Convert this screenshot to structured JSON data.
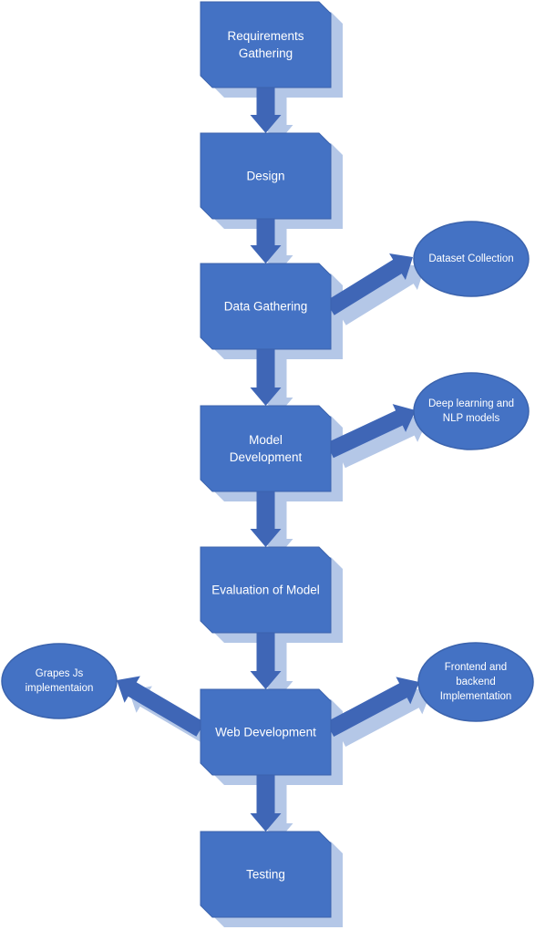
{
  "colors": {
    "box_fill": "#4472C4",
    "box_stroke": "#3B63AD",
    "shadow": "#B4C7E7",
    "arrow_fill": "#3F66B6",
    "text": "#FFFFFF"
  },
  "steps": [
    {
      "id": "requirements",
      "lines": [
        "Requirements",
        "Gathering"
      ]
    },
    {
      "id": "design",
      "lines": [
        "Design"
      ]
    },
    {
      "id": "data-gathering",
      "lines": [
        "Data Gathering"
      ]
    },
    {
      "id": "model-development",
      "lines": [
        "Model",
        "Development"
      ]
    },
    {
      "id": "evaluation",
      "lines": [
        "Evaluation of Model"
      ]
    },
    {
      "id": "web-development",
      "lines": [
        "Web Development"
      ]
    },
    {
      "id": "testing",
      "lines": [
        "Testing"
      ]
    }
  ],
  "side_nodes": [
    {
      "id": "dataset-collection",
      "lines": [
        "Dataset Collection"
      ]
    },
    {
      "id": "deep-learning",
      "lines": [
        "Deep learning and",
        "NLP models"
      ]
    },
    {
      "id": "grapes-js",
      "lines": [
        "Grapes Js",
        "implementaion"
      ]
    },
    {
      "id": "frontend-backend",
      "lines": [
        "Frontend and",
        "backend",
        "Implementation"
      ]
    }
  ],
  "edges": [
    {
      "from": "requirements",
      "to": "design"
    },
    {
      "from": "design",
      "to": "data-gathering"
    },
    {
      "from": "data-gathering",
      "to": "model-development"
    },
    {
      "from": "model-development",
      "to": "evaluation"
    },
    {
      "from": "evaluation",
      "to": "web-development"
    },
    {
      "from": "web-development",
      "to": "testing"
    },
    {
      "from": "data-gathering",
      "to": "dataset-collection"
    },
    {
      "from": "model-development",
      "to": "deep-learning"
    },
    {
      "from": "web-development",
      "to": "grapes-js"
    },
    {
      "from": "web-development",
      "to": "frontend-backend"
    }
  ]
}
